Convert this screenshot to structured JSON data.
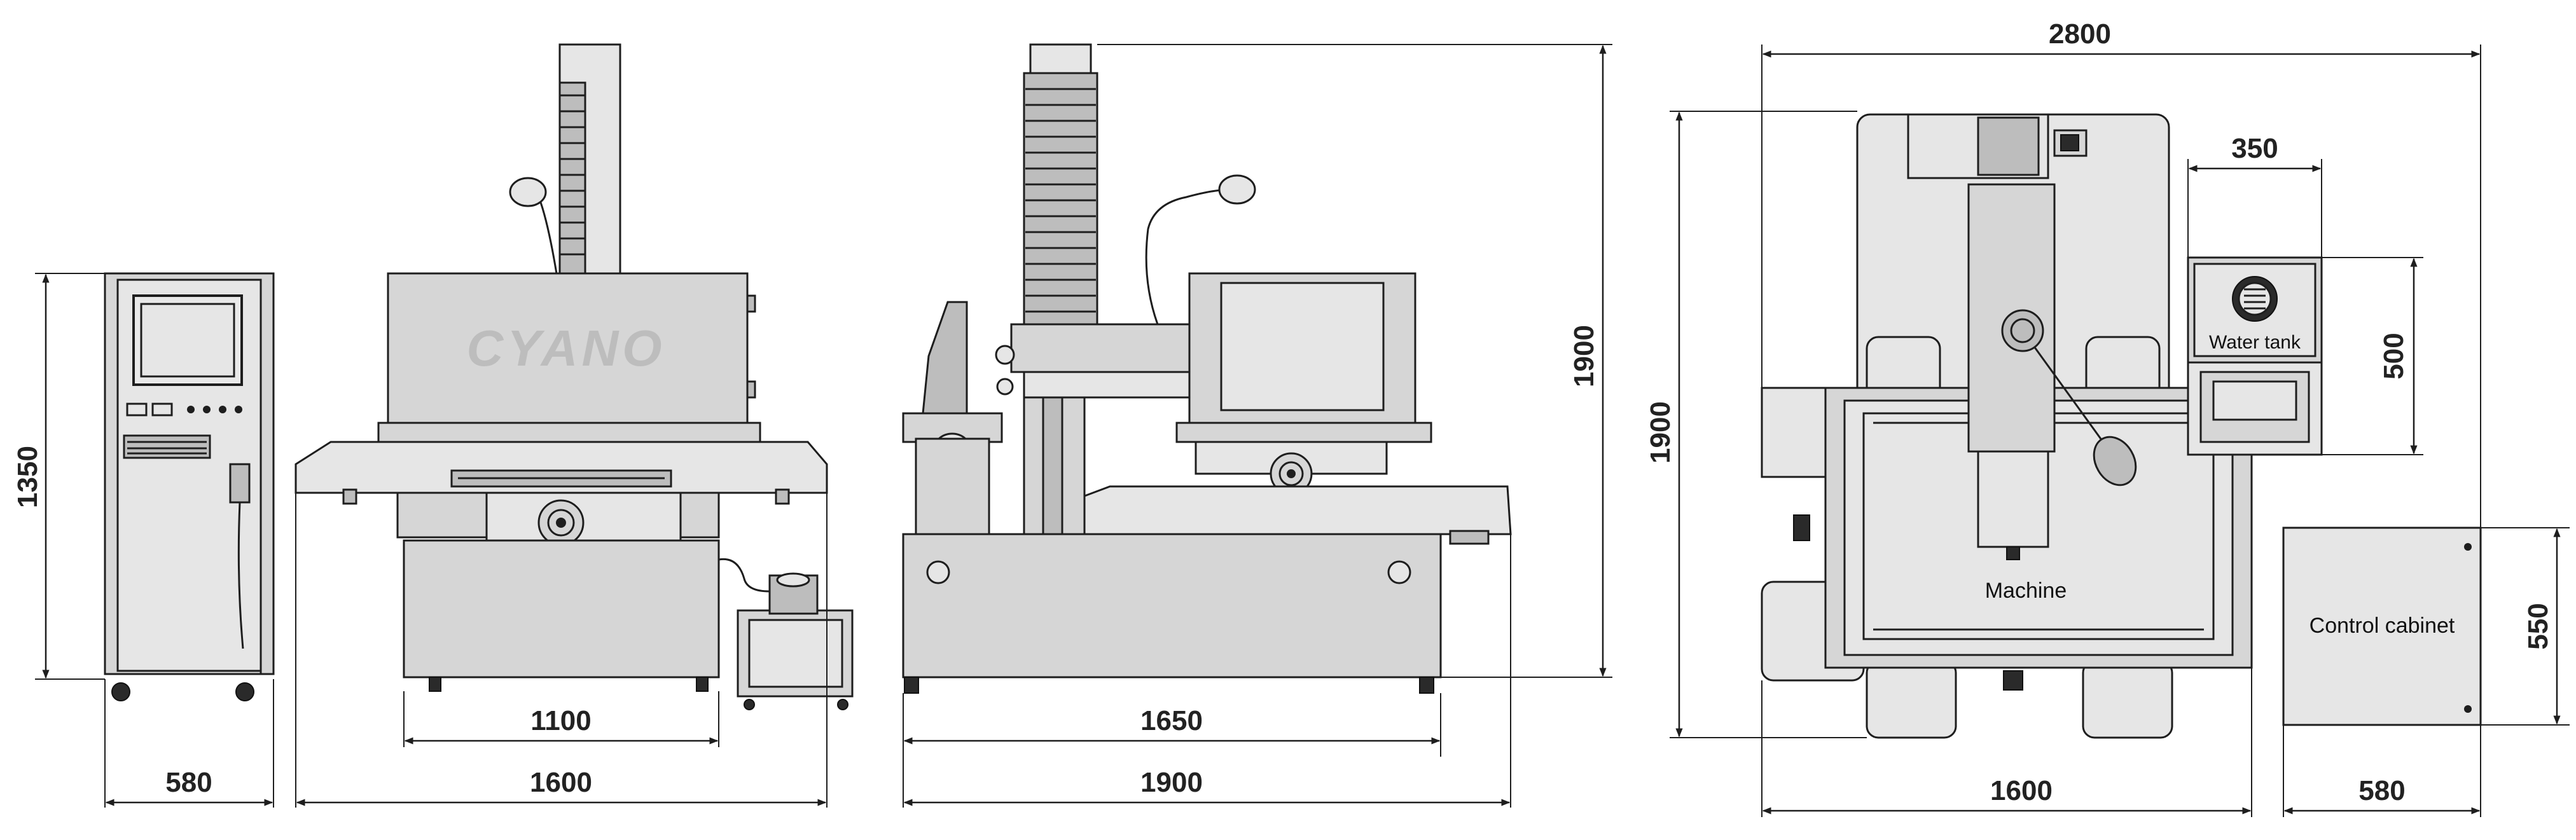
{
  "views": {
    "control_cabinet_side": {
      "height_label": "1350",
      "width_label": "580"
    },
    "machine_front": {
      "logo": "CYANO",
      "base_width_label": "1100",
      "overall_width_label": "1600"
    },
    "machine_side": {
      "height_label": "1900",
      "base_width_label": "1650",
      "overall_width_label": "1900"
    },
    "layout_plan": {
      "overall_width_label": "2800",
      "overall_depth_label": "1900",
      "machine_width_label": "1600",
      "machine_label": "Machine",
      "water_tank_label": "Water tank",
      "water_tank_width_label": "350",
      "water_tank_depth_label": "500",
      "cabinet_label": "Control cabinet",
      "cabinet_width_label": "580",
      "cabinet_depth_label": "550"
    }
  },
  "colors": {
    "line": "#1e1e1e",
    "body_fill": "#d6d6d6",
    "light_fill": "#e6e6e6",
    "dark_fill": "#2a2a2a",
    "background": "#ffffff"
  }
}
